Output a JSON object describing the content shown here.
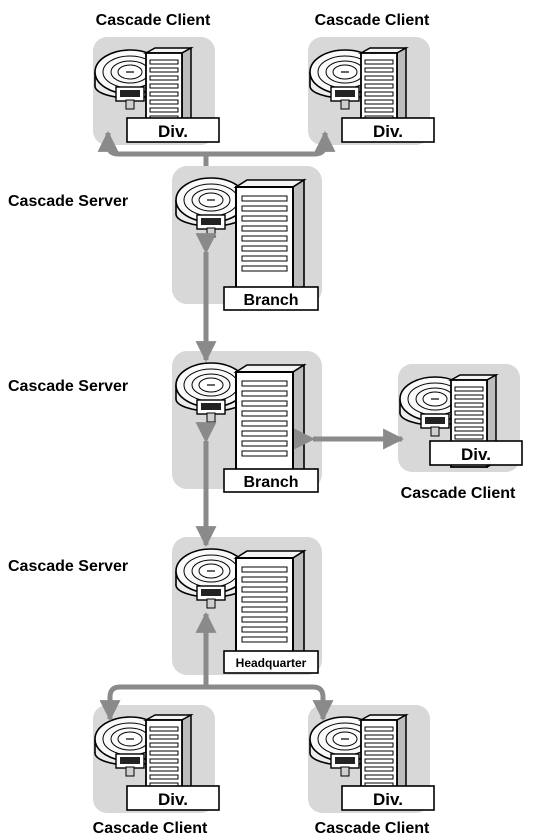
{
  "labels": {
    "cascade_client": "Cascade Client",
    "cascade_server": "Cascade Server",
    "div": "Div.",
    "branch": "Branch",
    "headquarter": "Headquarter"
  },
  "colors": {
    "panel": "#d8d8d8",
    "arrow": "#8a8a8a",
    "device_body": "#ffffff",
    "outline": "#000000"
  },
  "icons": {
    "speaker": "conference-speakerphone-icon",
    "server": "server-rack-icon"
  }
}
